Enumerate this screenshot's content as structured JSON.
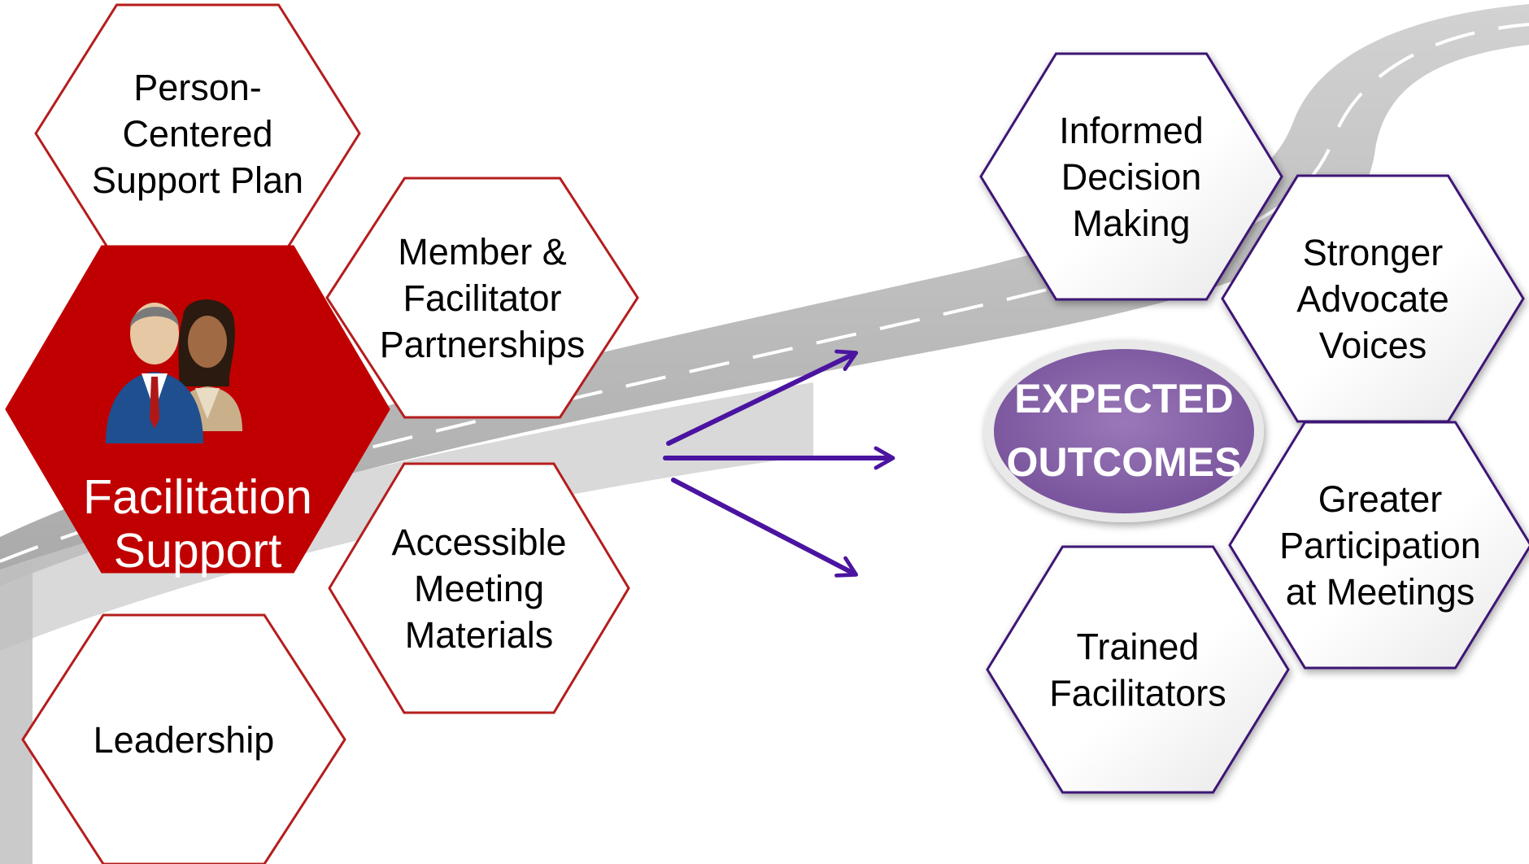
{
  "colors": {
    "input_stroke": "#b51d1d",
    "center_fill": "#c00000",
    "outcome_stroke": "#3d1675",
    "arrow": "#4a14a0",
    "badge": "#8a67a8",
    "road": "#b9b9b9"
  },
  "inputs": [
    {
      "id": "person-centered",
      "lines": [
        "Person-",
        "Centered",
        "Support Plan"
      ]
    },
    {
      "id": "partnerships",
      "lines": [
        "Member &",
        "Facilitator",
        "Partnerships"
      ]
    },
    {
      "id": "materials",
      "lines": [
        "Accessible",
        "Meeting",
        "Materials"
      ]
    },
    {
      "id": "leadership",
      "lines": [
        "Leadership"
      ]
    }
  ],
  "center": {
    "lines": [
      "Facilitation",
      "Support"
    ],
    "icon": "people-icon"
  },
  "badge": {
    "lines": [
      "EXPECTED",
      "OUTCOMES"
    ]
  },
  "outcomes": [
    {
      "id": "informed",
      "lines": [
        "Informed",
        "Decision",
        "Making"
      ]
    },
    {
      "id": "advocate",
      "lines": [
        "Stronger",
        "Advocate",
        "Voices"
      ]
    },
    {
      "id": "participation",
      "lines": [
        "Greater",
        "Participation",
        "at Meetings"
      ]
    },
    {
      "id": "facilitators",
      "lines": [
        "Trained",
        "Facilitators"
      ]
    }
  ]
}
